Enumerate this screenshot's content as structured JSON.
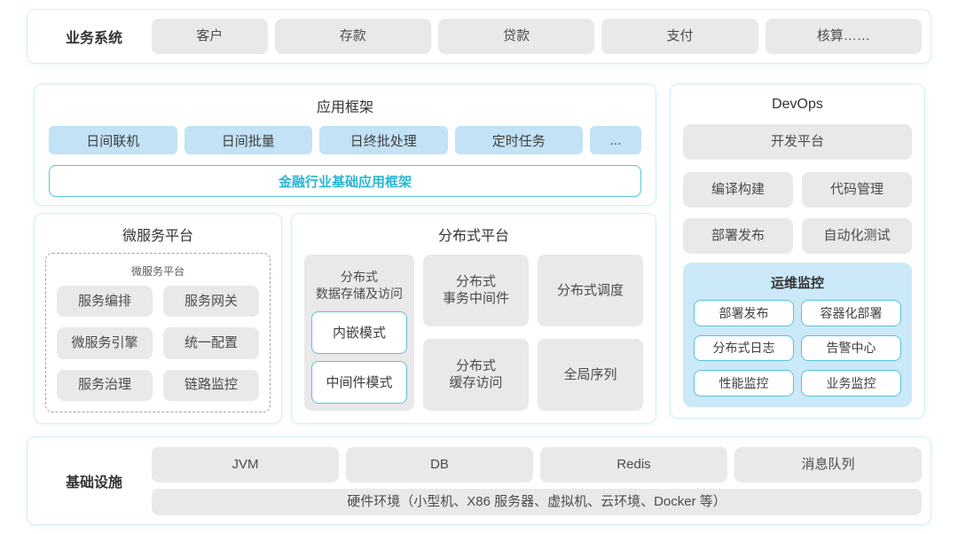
{
  "colors": {
    "accent_cyan_text": "#29b6d3",
    "cyan_border": "#59c2d9",
    "section_border": "#d2eef6",
    "blue_box_bg": "#c2e2f5",
    "monitor_bg": "#cbe9f8",
    "gray_box_bg": "#e9e9e9"
  },
  "business_systems": {
    "label": "业务系统",
    "items": [
      "客户",
      "存款",
      "贷款",
      "支付",
      "核算……"
    ]
  },
  "app_framework": {
    "title": "应用框架",
    "items": [
      "日间联机",
      "日间批量",
      "日终批处理",
      "定时任务",
      "..."
    ],
    "base": "金融行业基础应用框架"
  },
  "microservice": {
    "title": "微服务平台",
    "inner_title": "微服务平台",
    "items": [
      "服务编排",
      "服务网关",
      "微服务引擎",
      "统一配置",
      "服务治理",
      "链路监控"
    ]
  },
  "distributed": {
    "title": "分布式平台",
    "storage": {
      "title": "分布式\n数据存储及访问",
      "modes": [
        "内嵌模式",
        "中间件模式"
      ]
    },
    "col2": [
      "分布式\n事务中间件",
      "分布式\n缓存访问"
    ],
    "col3": [
      "分布式调度",
      "全局序列"
    ]
  },
  "devops": {
    "title": "DevOps",
    "dev_platform": "开发平台",
    "grid": [
      "编译构建",
      "代码管理",
      "部署发布",
      "自动化测试"
    ],
    "monitor": {
      "title": "运维监控",
      "items": [
        "部署发布",
        "容器化部署",
        "分布式日志",
        "告警中心",
        "性能监控",
        "业务监控"
      ]
    }
  },
  "infrastructure": {
    "label": "基础设施",
    "items": [
      "JVM",
      "DB",
      "Redis",
      "消息队列"
    ],
    "hardware": "硬件环境（小型机、X86 服务器、虚拟机、云环境、Docker 等）"
  }
}
